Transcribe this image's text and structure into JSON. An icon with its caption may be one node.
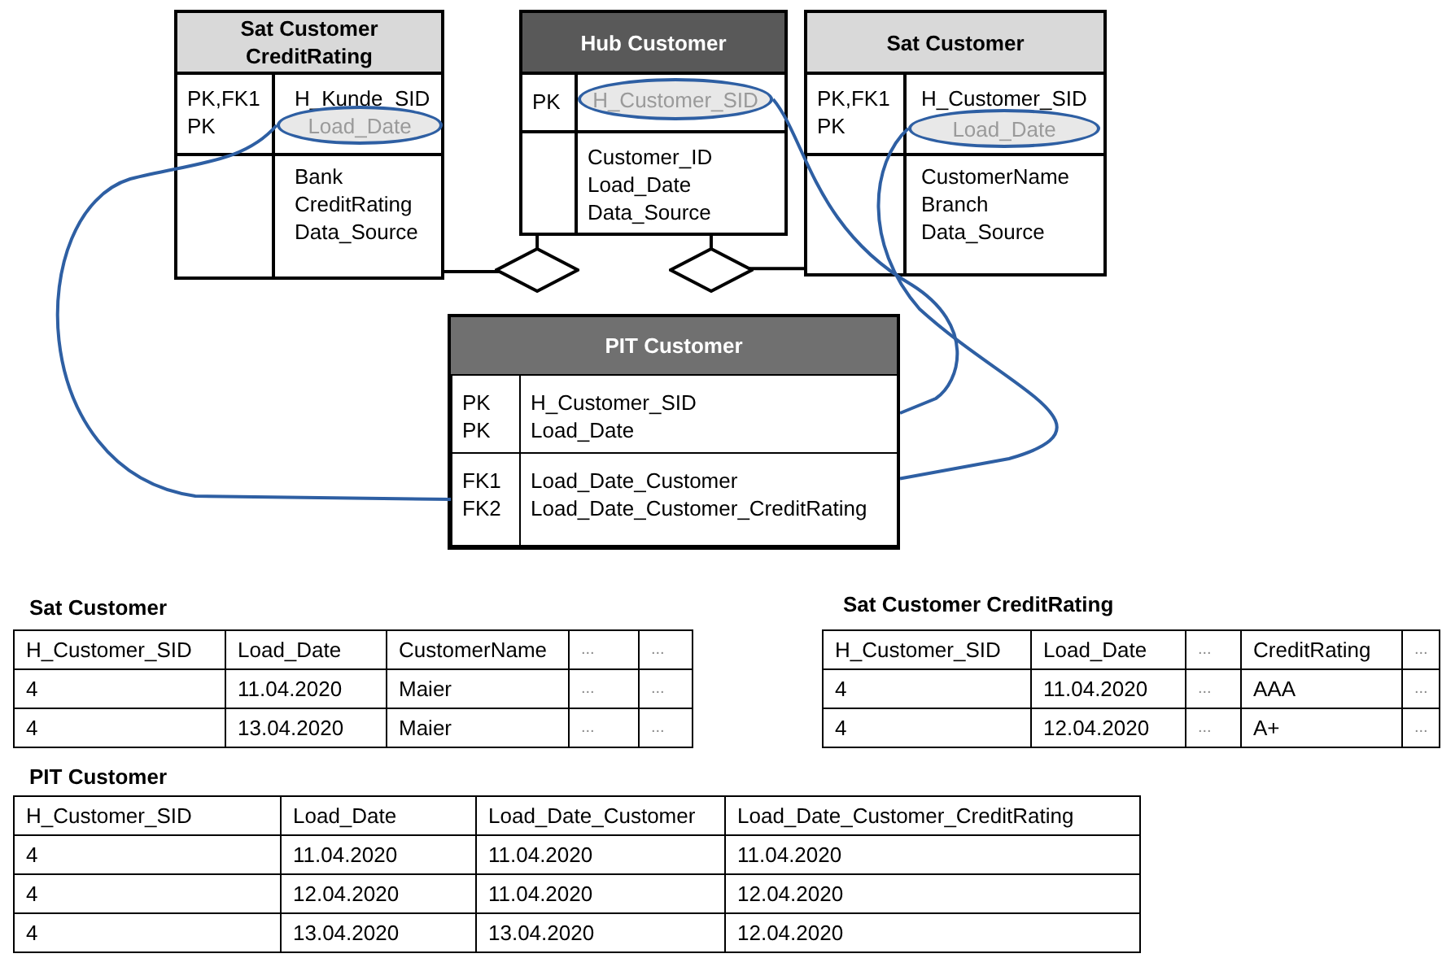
{
  "diagram": {
    "nodes": [
      {
        "text": [
          "Sat Customer CreditRating",
          "PK,FK1 PK",
          "H_Kunde_SID",
          "Bank CreditRating Data_Source"
        ]
      },
      {
        "text": [
          "Load_Date"
        ],
        "in": 0
      },
      {
        "text": [
          "Hub Customer",
          "PK",
          "Customer_ID Load_Date Data_Source"
        ]
      },
      {
        "text": [
          "H_Customer_SID"
        ],
        "in": 2
      },
      {
        "text": [
          "Sat Customer",
          "PK,FK1 PK",
          "H_Customer_SID",
          "CustomerName Branch Data_Source"
        ]
      },
      {
        "text": [
          "Load_Date"
        ],
        "in": 4
      },
      {
        "text": [
          "PIT Customer"
        ]
      },
      {
        "text": [
          "PK PK"
        ],
        "in": 6
      },
      {
        "text": [
          "H_Customer_SID Load_Date"
        ],
        "in": 6
      },
      {
        "text": [
          "FK1 FK2"
        ],
        "in": 6
      },
      {
        "text": [
          "Load_Date_Customer Load_Date_Customer_CreditRating"
        ],
        "in": 6
      }
    ],
    "edges": [
      {
        "from": 0,
        "to": 2,
        "arrow": "other",
        "color": "#000000"
      },
      {
        "from": 4,
        "to": 2,
        "arrow": "other",
        "color": "#000000"
      },
      {
        "from": 3,
        "to": 8,
        "arrow": "none"
      },
      {
        "from": 5,
        "to": 10,
        "arrow": "none"
      },
      {
        "from": 1,
        "to": 9,
        "arrow": "none"
      }
    ],
    "labels": [
      "Sat Customer",
      "H_Customer_SID",
      "Load_Date",
      "CustomerName",
      "...",
      "...",
      "4",
      "11.04.2020",
      "Maier",
      "...",
      "...",
      "4",
      "13.04.2020",
      "Maier",
      "...",
      "...",
      "Sat Customer CreditRating",
      "H_Customer_SID",
      "Load_Date",
      "...",
      "CreditRating",
      "...",
      "4",
      "11.04.2020",
      "...",
      "AAA",
      "...",
      "4",
      "12.04.2020",
      "...",
      "A+",
      "...",
      "PIT Customer",
      "H_Customer_SID",
      "Load_Date",
      "Load_Date_Customer",
      "Load_Date_Customer_CreditRating",
      "4",
      "11.04.2020",
      "11.04.2020",
      "11.04.2020",
      "4",
      "12.04.2020",
      "11.04.2020",
      "12.04.2020",
      "4",
      "13.04.2020",
      "13.04.2020",
      "12.04.2020"
    ]
  }
}
